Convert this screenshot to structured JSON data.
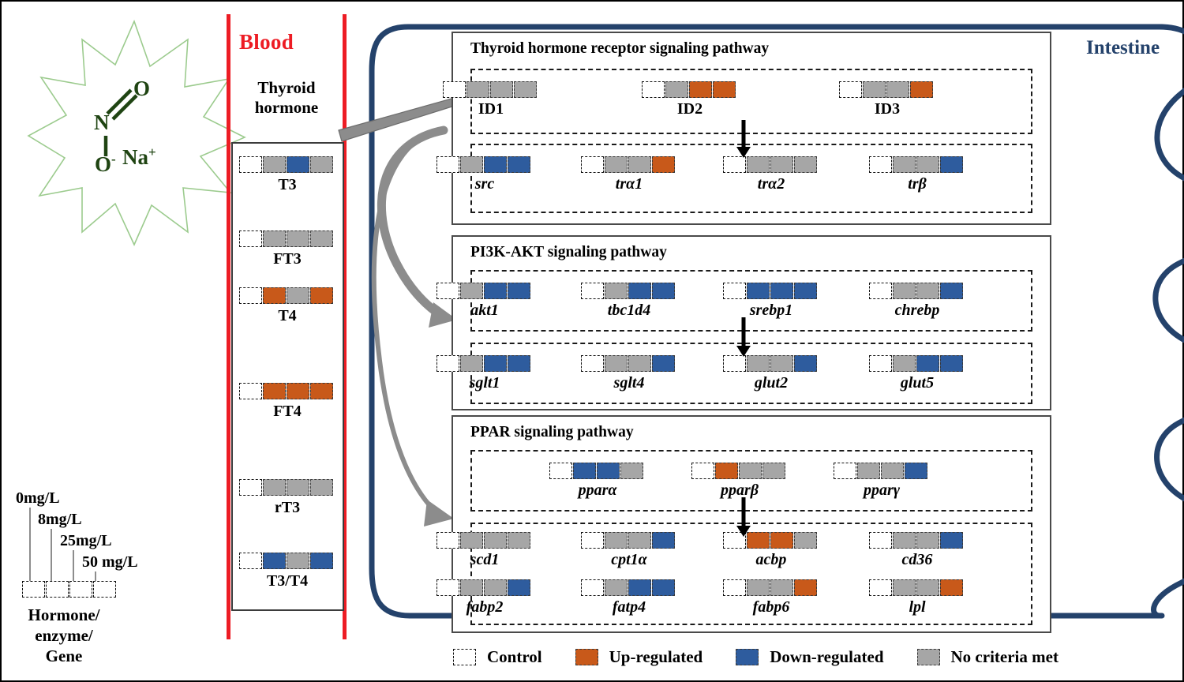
{
  "colors": {
    "control": "#FFFFFF",
    "up_regulated": "#C8591A",
    "down_regulated": "#2E5C9E",
    "no_criteria": "#A6A6A6",
    "blood_red": "#ED1C24",
    "intestine_navy": "#24426B",
    "arrow_gray": "#8C8C8C",
    "molecule_green": "#1F4412"
  },
  "molecule": {
    "name": "sodium-nitrite",
    "atoms": [
      "O",
      "N",
      "O",
      "Na"
    ],
    "o_top": "O",
    "n": "N",
    "o_bottom": "O",
    "o_charge": "-",
    "na": "Na",
    "na_charge": "+"
  },
  "blood": {
    "title": "Blood",
    "group_label": "Thyroid hormone",
    "group_label_line1": "Thyroid",
    "group_label_line2": "hormone",
    "items": [
      {
        "label": "T3",
        "states": [
          "control",
          "none",
          "down",
          "none"
        ]
      },
      {
        "label": "FT3",
        "states": [
          "control",
          "none",
          "none",
          "none"
        ]
      },
      {
        "label": "T4",
        "states": [
          "control",
          "up",
          "none",
          "up"
        ]
      },
      {
        "label": "FT4",
        "states": [
          "control",
          "up",
          "up",
          "up"
        ]
      },
      {
        "label": "rT3",
        "states": [
          "control",
          "none",
          "none",
          "none"
        ]
      },
      {
        "label": "T3/T4",
        "states": [
          "control",
          "down",
          "none",
          "down"
        ]
      }
    ]
  },
  "intestine": {
    "label": "Intestine"
  },
  "pathways": [
    {
      "title": "Thyroid hormone receptor signaling pathway",
      "rows": [
        {
          "genes": [
            {
              "label": "ID1",
              "italic": false,
              "states": [
                "control",
                "none",
                "none",
                "none"
              ]
            },
            {
              "label": "ID2",
              "italic": false,
              "states": [
                "control",
                "none",
                "up",
                "up"
              ]
            },
            {
              "label": "ID3",
              "italic": false,
              "states": [
                "control",
                "none",
                "none",
                "up"
              ]
            }
          ]
        },
        {
          "genes": [
            {
              "label": "src",
              "italic": true,
              "states": [
                "control",
                "none",
                "down",
                "down"
              ]
            },
            {
              "label": "trα1",
              "italic": true,
              "states": [
                "control",
                "none",
                "none",
                "up"
              ]
            },
            {
              "label": "trα2",
              "italic": true,
              "states": [
                "control",
                "none",
                "none",
                "none"
              ]
            },
            {
              "label": "trβ",
              "italic": true,
              "states": [
                "control",
                "none",
                "none",
                "down"
              ]
            }
          ]
        }
      ]
    },
    {
      "title": "PI3K-AKT signaling pathway",
      "rows": [
        {
          "genes": [
            {
              "label": "akt1",
              "italic": true,
              "states": [
                "control",
                "none",
                "down",
                "down"
              ]
            },
            {
              "label": "tbc1d4",
              "italic": true,
              "states": [
                "control",
                "none",
                "down",
                "down"
              ]
            },
            {
              "label": "srebp1",
              "italic": true,
              "states": [
                "control",
                "down",
                "down",
                "down"
              ]
            },
            {
              "label": "chrebp",
              "italic": true,
              "states": [
                "control",
                "none",
                "none",
                "down"
              ]
            }
          ]
        },
        {
          "genes": [
            {
              "label": "sglt1",
              "italic": true,
              "states": [
                "control",
                "none",
                "down",
                "down"
              ]
            },
            {
              "label": "sglt4",
              "italic": true,
              "states": [
                "control",
                "none",
                "none",
                "down"
              ]
            },
            {
              "label": "glut2",
              "italic": true,
              "states": [
                "control",
                "none",
                "none",
                "down"
              ]
            },
            {
              "label": "glut5",
              "italic": true,
              "states": [
                "control",
                "none",
                "down",
                "down"
              ]
            }
          ]
        }
      ]
    },
    {
      "title": "PPAR signaling pathway",
      "rows": [
        {
          "genes": [
            {
              "label": "pparα",
              "italic": true,
              "states": [
                "control",
                "down",
                "down",
                "none"
              ]
            },
            {
              "label": "pparβ",
              "italic": true,
              "states": [
                "control",
                "up",
                "none",
                "none"
              ]
            },
            {
              "label": "pparγ",
              "italic": true,
              "states": [
                "control",
                "none",
                "none",
                "down"
              ]
            }
          ]
        },
        {
          "genes": [
            {
              "label": "scd1",
              "italic": true,
              "states": [
                "control",
                "none",
                "none",
                "none"
              ]
            },
            {
              "label": "cpt1α",
              "italic": true,
              "states": [
                "control",
                "none",
                "none",
                "down"
              ]
            },
            {
              "label": "acbp",
              "italic": true,
              "states": [
                "control",
                "up",
                "up",
                "none"
              ]
            },
            {
              "label": "cd36",
              "italic": true,
              "states": [
                "control",
                "none",
                "none",
                "down"
              ]
            },
            {
              "label": "fabp2",
              "italic": true,
              "states": [
                "control",
                "none",
                "none",
                "down"
              ]
            },
            {
              "label": "fatp4",
              "italic": true,
              "states": [
                "control",
                "none",
                "down",
                "down"
              ]
            },
            {
              "label": "fabp6",
              "italic": true,
              "states": [
                "control",
                "none",
                "none",
                "up"
              ]
            },
            {
              "label": "lpl",
              "italic": true,
              "states": [
                "control",
                "none",
                "none",
                "up"
              ]
            }
          ]
        }
      ]
    }
  ],
  "dose_legend": {
    "doses": [
      "0mg/L",
      "8mg/L",
      "25mg/L",
      "50 mg/L"
    ],
    "caption_line1": "Hormone/",
    "caption_line2": "enzyme/",
    "caption_line3": "Gene",
    "caption": "Hormone/ enzyme/ Gene"
  },
  "legend": {
    "items": [
      {
        "state": "control",
        "label": "Control"
      },
      {
        "state": "up",
        "label": "Up-regulated"
      },
      {
        "state": "down",
        "label": "Down-regulated"
      },
      {
        "state": "none",
        "label": "No criteria met"
      }
    ]
  }
}
